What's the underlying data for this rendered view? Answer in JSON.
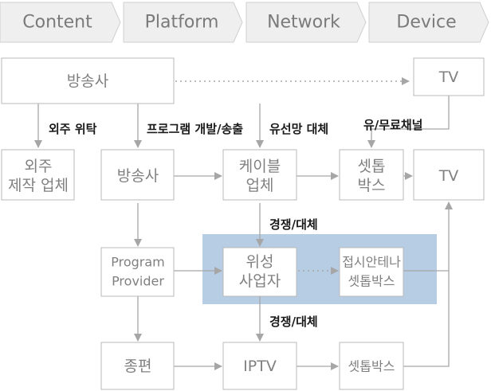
{
  "stages": [
    "Content",
    "Platform",
    "Network",
    "Device"
  ],
  "nodes": {
    "broadcaster_top": "방송사",
    "tv_top": "TV",
    "outsourced_production": [
      "외주",
      "제작 업체"
    ],
    "broadcaster": "방송사",
    "cable_operator": [
      "케이블",
      "업체"
    ],
    "settop_box_1": [
      "셋톱",
      "박스"
    ],
    "tv_mid": "TV",
    "program_provider": [
      "Program",
      "Provider"
    ],
    "satellite_operator": [
      "위성",
      "사업자"
    ],
    "satellite_settop": [
      "접시안테나",
      "셋톱박스"
    ],
    "general_channel": "종편",
    "iptv": "IPTV",
    "settop_box_2": "셋톱박스"
  },
  "edge_labels": {
    "outsourcing": "외주 위탁",
    "program_dev": "프로그램 개발/송출",
    "wired_replacement": "유선망 대체",
    "paid_free_channel": "유/무료채널",
    "competition_1": "경쟁/대체",
    "competition_2": "경쟁/대체"
  },
  "colors": {
    "stage_fill": "#efefef",
    "box_border": "#b9b9b9",
    "highlight": "#b7cde3",
    "arrow": "#a6a6a6"
  }
}
